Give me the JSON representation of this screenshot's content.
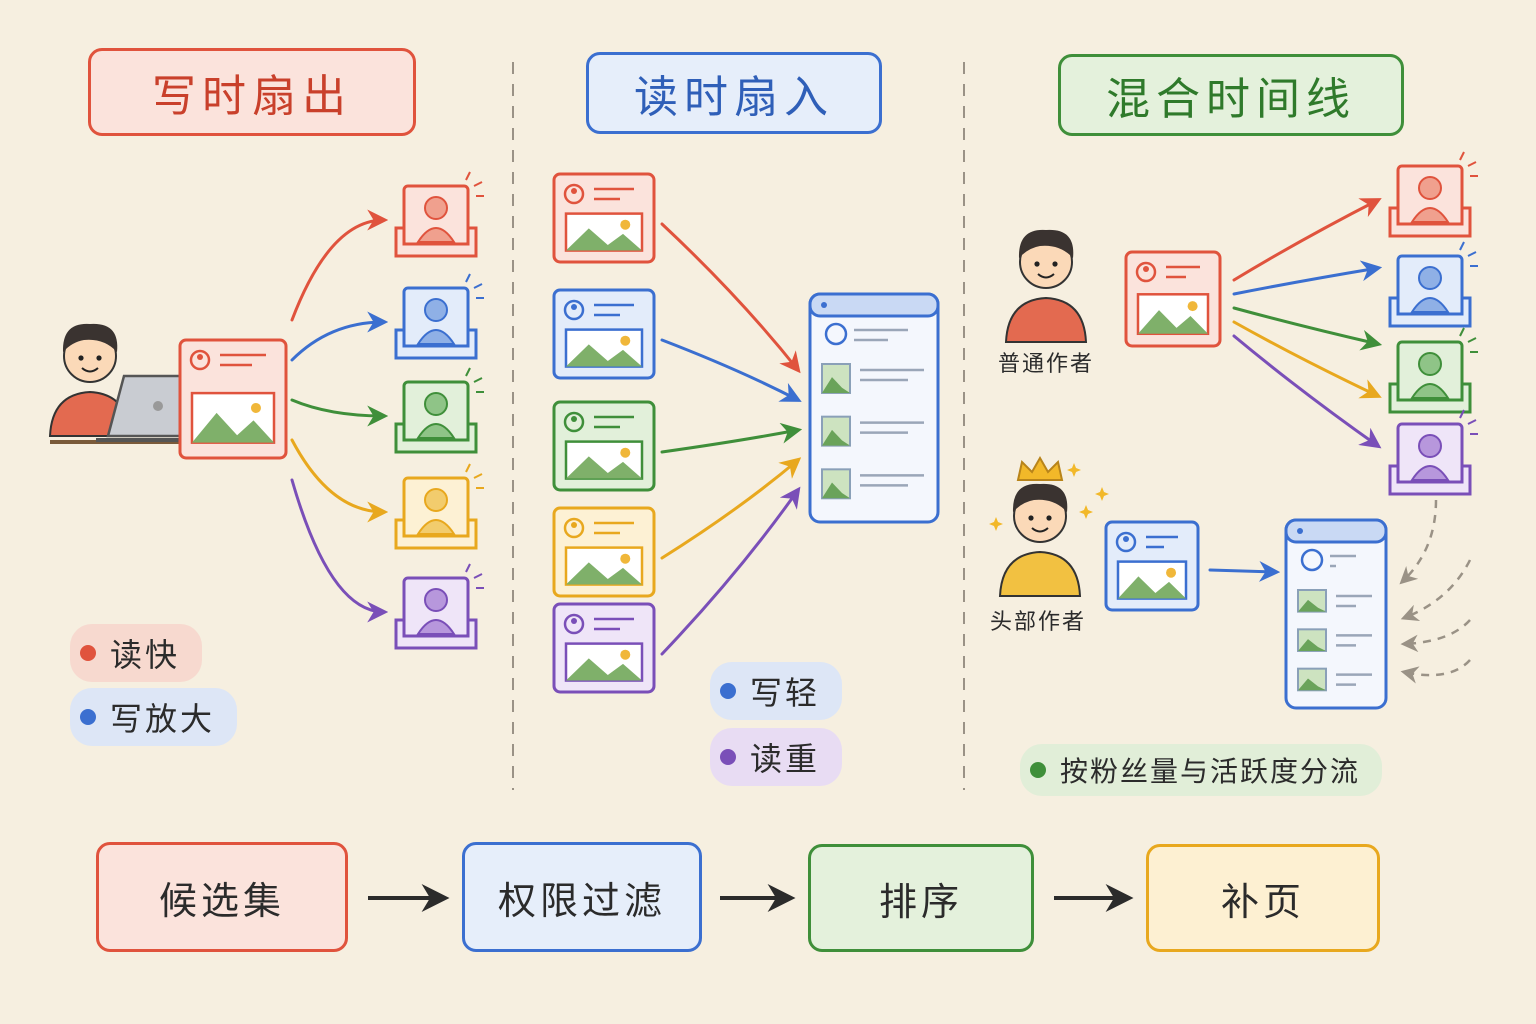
{
  "colors": {
    "red": "#e0533d",
    "blue": "#3b6fd0",
    "green": "#3f8f3a",
    "yellow": "#e8a81e",
    "purple": "#7a4fb8",
    "ink": "#2b2b2b",
    "paper": "#f6efe0"
  },
  "columns": {
    "write_fanout": {
      "title": "写时扇出",
      "legend": [
        {
          "label": "读快",
          "color": "red"
        },
        {
          "label": "写放大",
          "color": "blue"
        }
      ]
    },
    "read_fanin": {
      "title": "读时扇入",
      "legend": [
        {
          "label": "写轻",
          "color": "blue"
        },
        {
          "label": "读重",
          "color": "purple"
        }
      ]
    },
    "hybrid": {
      "title": "混合时间线",
      "normal_author_label": "普通作者",
      "top_author_label": "头部作者",
      "legend": [
        {
          "label": "按粉丝量与活跃度分流",
          "color": "green"
        }
      ]
    }
  },
  "pipeline": {
    "steps": [
      "候选集",
      "权限过滤",
      "排序",
      "补页"
    ]
  },
  "icons": [
    "person-at-laptop-icon",
    "post-card-icon",
    "follower-inbox-icon",
    "feed-timeline-icon",
    "crown-icon",
    "sparkle-icon",
    "arrow-icon"
  ]
}
